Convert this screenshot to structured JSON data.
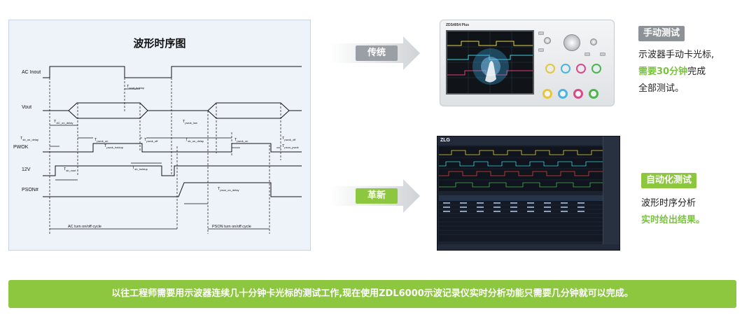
{
  "diagram": {
    "title": "波形时序图",
    "signals": [
      "AC Inout",
      "Vout",
      "PWOK",
      "12V",
      "PSON#"
    ],
    "timing_labels": {
      "t_vout_holdup": "T",
      "t_vout_holdup_sub": "vout_holdup",
      "t_ac_on_delay": "T",
      "t_ac_on_delay_sub": "AC_on_delay",
      "t_vout_rise": "T",
      "t_vout_rise_sub": "vout_rise",
      "t_pwok_low": "T",
      "t_pwok_low_sub": "pwok_low",
      "t_pwok_on": "T",
      "t_pwok_on_sub": "pwok_on",
      "t_pwok_holdup": "T",
      "t_pwok_holdup_sub": "pwok_holdup",
      "t_pwok_off_1": "T",
      "t_pwok_off_1_sub": "pwok_off",
      "t_sb_on_delay": "T",
      "t_sb_on_delay_sub": "sb_on_delay",
      "t_pwok_off_2": "T",
      "t_pwok_off_2_sub": "pwok_off",
      "t_pson_pwok": "T",
      "t_pson_pwok_sub": "pson_pwok",
      "t_sb_vout": "T",
      "t_sb_vout_sub": "sb_vout",
      "t_sb_holdup": "T",
      "t_sb_holdup_sub": "sb_holdup",
      "t_pson_on_delay": "T",
      "t_pson_on_delay_sub": "pson_on_delay"
    },
    "cycle_labels": {
      "ac_cycle": "AC turn on/off cycle",
      "pson_cycle": "PSON turn on/off cycle"
    }
  },
  "traditional": {
    "arrow_label": "传统",
    "tag": "手动测试",
    "line1": "示波器手动卡光标,",
    "line2_highlight": "需要30分钟",
    "line2_rest": "完成",
    "line3": "全部测试。"
  },
  "innovation": {
    "arrow_label": "革新",
    "tag": "自动化测试",
    "line1": "波形时序分析",
    "line2_highlight": "实时给出结果。"
  },
  "scope": {
    "brand": "ZDS4054 Plus"
  },
  "software": {
    "logo": "ZLG"
  },
  "banner": {
    "text": "以往工程师需要用示波器连续几十分钟卡光标的测试工作,现在使用ZDL6000示波记录仪实时分析功能只需要几分钟就可以完成。"
  },
  "colors": {
    "accent_green": "#8dc63f",
    "tag_gray": "#8d9298",
    "arrow_gray": "#d5d7da"
  }
}
